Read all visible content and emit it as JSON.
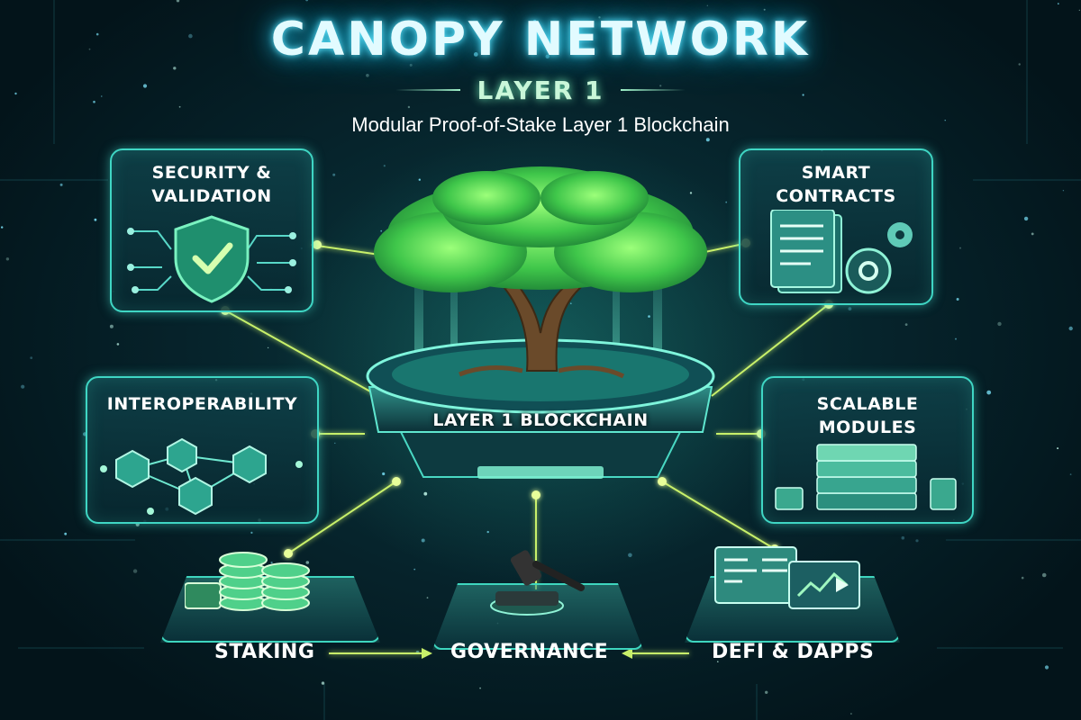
{
  "header": {
    "title": "CANOPY NETWORK",
    "subtitle": "LAYER 1",
    "tagline": "Modular Proof-of-Stake Layer 1 Blockchain"
  },
  "center": {
    "label": "LAYER 1 BLOCKCHAIN"
  },
  "features": {
    "security": "SECURITY &\nVALIDATION",
    "smart_contracts": "SMART\nCONTRACTS",
    "interoperability": "INTEROPERABILITY",
    "scalable": "SCALABLE\nMODULES"
  },
  "bottom": {
    "staking": "STAKING",
    "governance": "GOVERNANCE",
    "defi": "DEFI & DAPPS"
  },
  "colors": {
    "accent": "#3fd6c4",
    "link": "#c8f06a",
    "tree": "#4fd45a",
    "background": "#06232b"
  }
}
